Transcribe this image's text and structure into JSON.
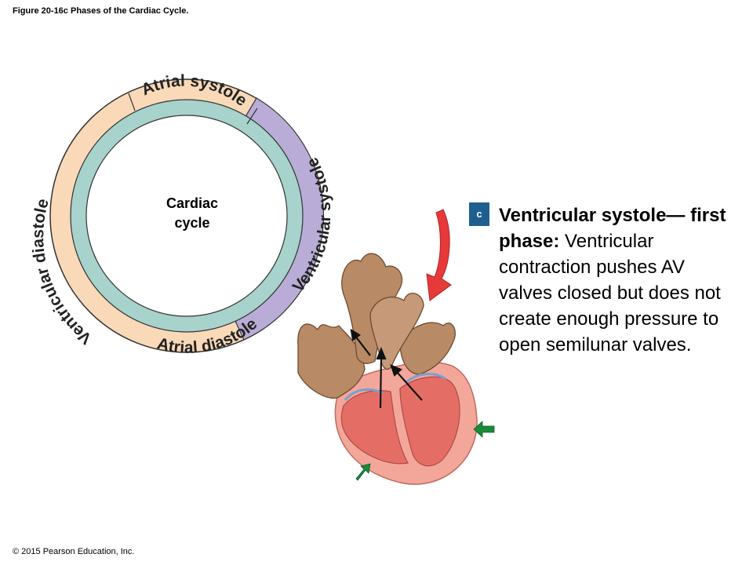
{
  "figure_title": "Figure 20-16c Phases of the Cardiac Cycle.",
  "copyright": "© 2015 Pearson Education, Inc.",
  "cycle": {
    "center_line1": "Cardiac",
    "center_line2": "cycle",
    "segments": {
      "atrial_systole": "Atrial systole",
      "ventricular_systole": "Ventricular systole",
      "atrial_diastole": "Atrial diastole",
      "ventricular_diastole": "Ventricular diastole"
    },
    "colors": {
      "diastole_outer": "#f9d9b8",
      "systole_outer": "#b9acd6",
      "inner_ring": "#a8d2cc"
    }
  },
  "panel": {
    "badge": "c",
    "heading": "Ventricular systole— first phase:",
    "body": "Ventricular contraction pushes AV valves closed but does not create enough pressure to open semilunar valves."
  },
  "arrows": {
    "pressure_color": "#e63a3a",
    "contraction_color": "#1a8a3a"
  }
}
